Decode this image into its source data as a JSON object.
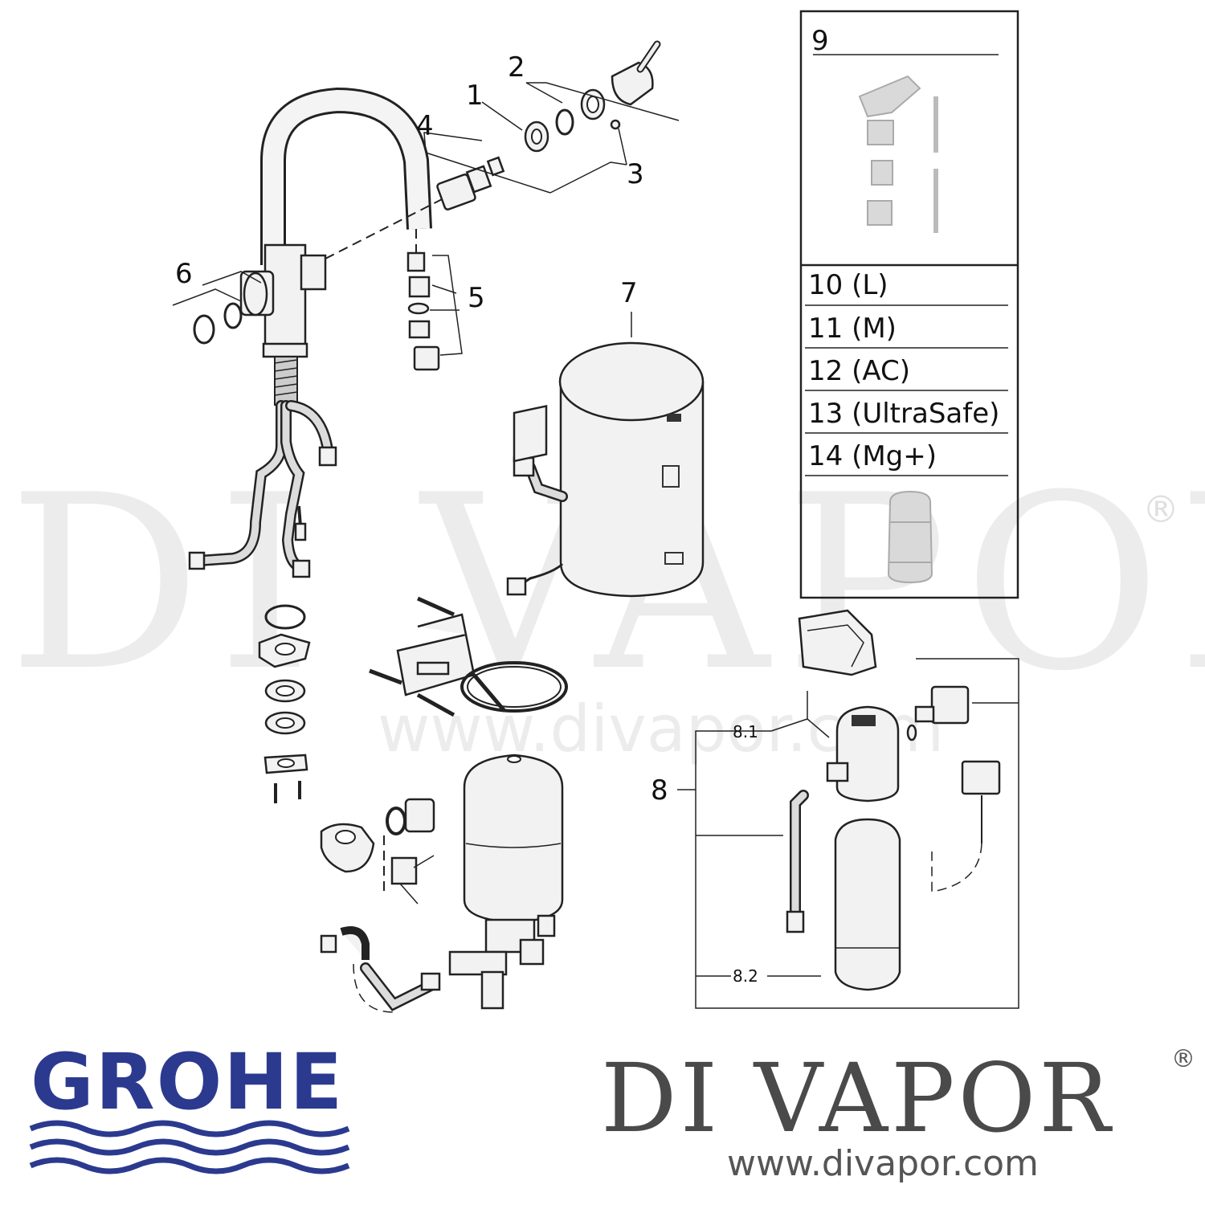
{
  "diagram": {
    "callouts": {
      "c1": "1",
      "c2": "2",
      "c3": "3",
      "c4": "4",
      "c5": "5",
      "c6": "6",
      "c7": "7",
      "c8": "8",
      "c8_1": "8.1",
      "c8_2": "8.2",
      "c9": "9"
    },
    "filter_kits": [
      "10 (L)",
      "11 (M)",
      "12 (AC)",
      "13 (UltraSafe)",
      "14 (Mg+)"
    ]
  },
  "watermark": {
    "brand": "DI VAPOR",
    "registered": "®",
    "url": "www.divapor.com"
  },
  "logos": {
    "grohe": "GROHE",
    "divapor": "DI VAPOR",
    "divapor_registered": "®",
    "divapor_url": "www.divapor.com"
  },
  "colors": {
    "grohe_blue": "#2b3a8f",
    "divapor_gray": "#4a4a4a"
  }
}
